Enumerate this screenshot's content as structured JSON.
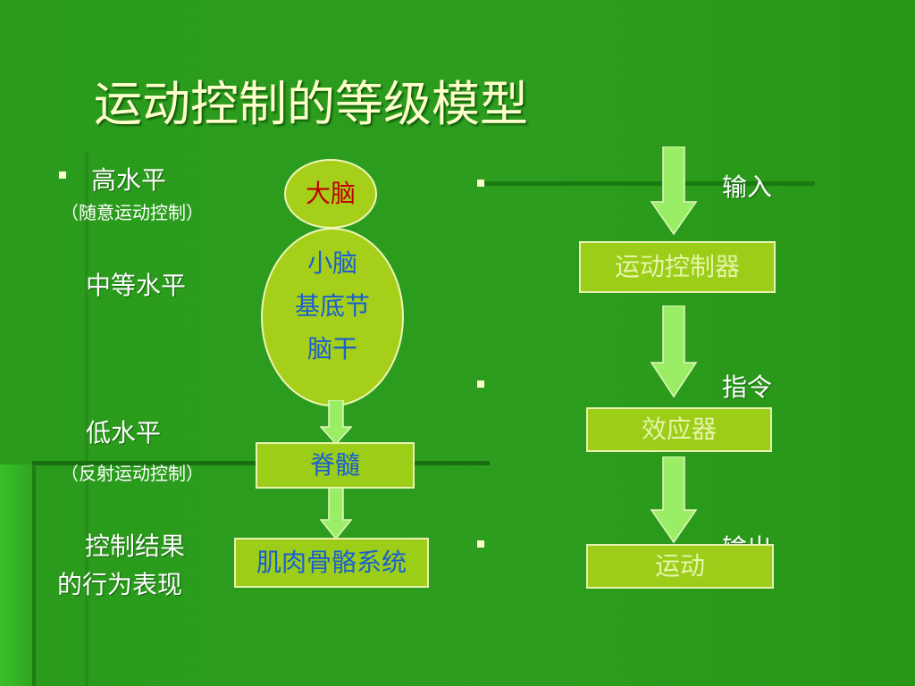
{
  "slide": {
    "title": "运动控制的等级模型"
  },
  "left_labels": {
    "high": "高水平",
    "high_note": "（随意运动控制）",
    "middle": "中等水平",
    "low": "低水平",
    "low_note": "（反射运动控制）",
    "result_line1": "控制结果",
    "result_line2": "的行为表现"
  },
  "hierarchy": {
    "brain": "大脑",
    "middle_lines": [
      "小脑",
      "基底节",
      "脑干"
    ],
    "spinal_cord": "脊髓",
    "musculoskeletal": "肌肉骨骼系统"
  },
  "flow": {
    "input": "输入",
    "controller": "运动控制器",
    "command": "指令",
    "effector": "效应器",
    "output": "输出",
    "movement": "运动"
  },
  "colors": {
    "background": "#2a9b1c",
    "title": "#ffffcc",
    "node_fill": "#9bcd19",
    "arrow_fill": "#99ee66",
    "brain_text": "#c00000",
    "node_text_blue": "#1a5fd0",
    "flow_text_light": "#e6f5a8"
  }
}
